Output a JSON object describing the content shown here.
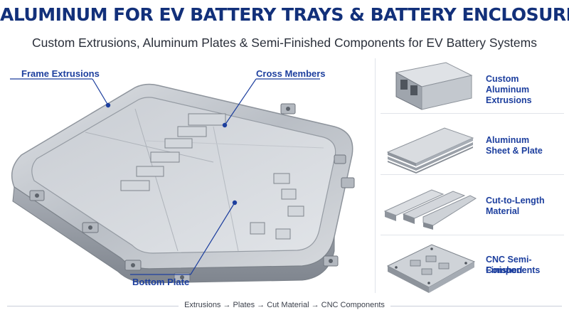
{
  "header": {
    "title": "ALUMINUM FOR EV BATTERY TRAYS & BATTERY ENCLOSURES",
    "subtitle": "Custom Extrusions, Aluminum Plates & Semi-Finished Components for EV Battery Systems"
  },
  "hero": {
    "callouts": {
      "frame": "Frame Extrusions",
      "cross": "Cross Members",
      "bottom": "Bottom Plate"
    }
  },
  "side_panels": [
    {
      "line1": "Custom",
      "line2": "Aluminum Extrusions",
      "icon": "extrusion-profile-icon"
    },
    {
      "line1": "Aluminum",
      "line2": "Sheet & Plate",
      "icon": "sheet-stack-icon"
    },
    {
      "line1": "Cut-to-Length",
      "line2": "Material",
      "icon": "bar-stock-icon"
    },
    {
      "line1": "CNC Semi-Finished",
      "line2": "Components",
      "icon": "machined-housing-icon"
    }
  ],
  "footer": {
    "flow": "Extrusions → Plates → Cut Material → CNC Components"
  },
  "colors": {
    "title": "#12307a",
    "callout": "#1d3f9e",
    "aluminum": "#c8ccd2"
  }
}
